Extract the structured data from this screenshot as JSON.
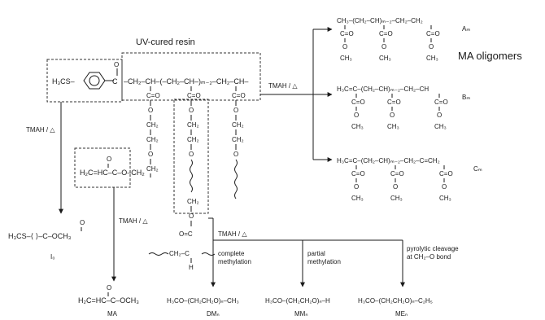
{
  "labels": {
    "resin_title": "UV-cured resin",
    "oligomers": "MA oligomers",
    "reagent": "TMAH / △"
  },
  "resin": {
    "ring_group": "H₃CS–",
    "c_o": "C=O",
    "backbone": "–CH₂–CH–(–CH₂–CH–)ₘ₋₂–CH₂–CH–",
    "side_o": "O",
    "ch2": "CH₂",
    "chain_bottom": "O=C",
    "chain_ch2ch": "CH₂–C",
    "chain_h": "H"
  },
  "acrylate_monomer": "H₂C=HC–C–O–CH₂",
  "products": {
    "i": {
      "formula": "H₃CS–⟨ ⟩–C–OCH₃",
      "label": "I₀"
    },
    "ma": {
      "formula": "H₂C=HC–C–OCH₃",
      "label": "MA"
    },
    "a": {
      "formula": "CH₃–(CH₂–CH)ₘ₋₂–CH₂–CH₂",
      "label": "Aₘ"
    },
    "b": {
      "formula": "H₃C=C–(CH₂–CH)ₘ₋₂–CH₂–CH",
      "label": "Bₘ"
    },
    "c": {
      "formula": "H₃C=C–(CH₂–CH)ₘ₋₂–CH₂–C=CH₂",
      "label": "Cₘ"
    },
    "dm": {
      "formula": "H₃CO–(CH₂CH₂O)ₙ–CH₃",
      "label": "DMₙ",
      "process": [
        "complete",
        "methylation"
      ]
    },
    "mm": {
      "formula": "H₃CO–(CH₂CH₂O)ₙ–H",
      "label": "MMₙ",
      "process": [
        "partial",
        "methylation"
      ]
    },
    "me": {
      "formula": "H₃CO–(CH₂CH₂O)ₙ–C₂H₅",
      "label": "MEₙ",
      "process": [
        "pyrolytic cleavage",
        "at CH₂–O bond"
      ]
    }
  },
  "oligomer_units": {
    "co": "C=O",
    "o": "O",
    "ch3": "CH₃"
  }
}
